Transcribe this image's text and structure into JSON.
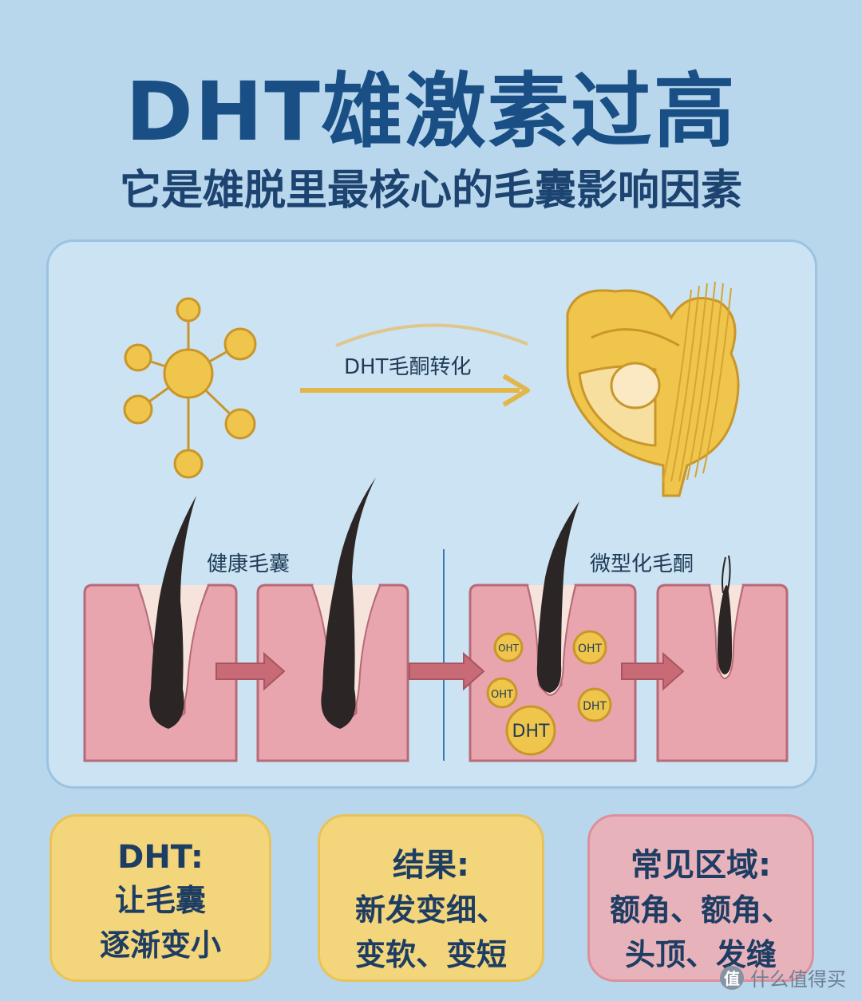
{
  "title": "DHT雄激素过高",
  "subtitle": "它是雄脱里最核心的毛囊影响因素",
  "diagram": {
    "conversion_label": "DHT毛酮转化",
    "healthy_label": "健康毛囊",
    "miniaturized_label": "微型化毛酮",
    "dht_badges": [
      "OHT",
      "OHT",
      "OHT",
      "DHT",
      "DHT"
    ],
    "colors": {
      "gold": "#f0c54c",
      "gold_stroke": "#c9962a",
      "skin": "#e8a5ae",
      "skin_stroke": "#b76a77",
      "hair": "#2b2526",
      "arrow": "#c96b76"
    }
  },
  "cards": [
    {
      "heading": "DHT:",
      "lines": [
        "让毛囊",
        "逐渐变小"
      ],
      "color": "#f3d57c"
    },
    {
      "heading": "结果:",
      "lines": [
        "新发变细、",
        "变软、变短"
      ],
      "color": "#f3d57c"
    },
    {
      "heading": "常见区域:",
      "lines": [
        "额角、额角、",
        "头顶、发缝"
      ],
      "color": "#e8b2bb"
    }
  ],
  "watermark": {
    "badge": "值",
    "text": "什么值得买"
  }
}
